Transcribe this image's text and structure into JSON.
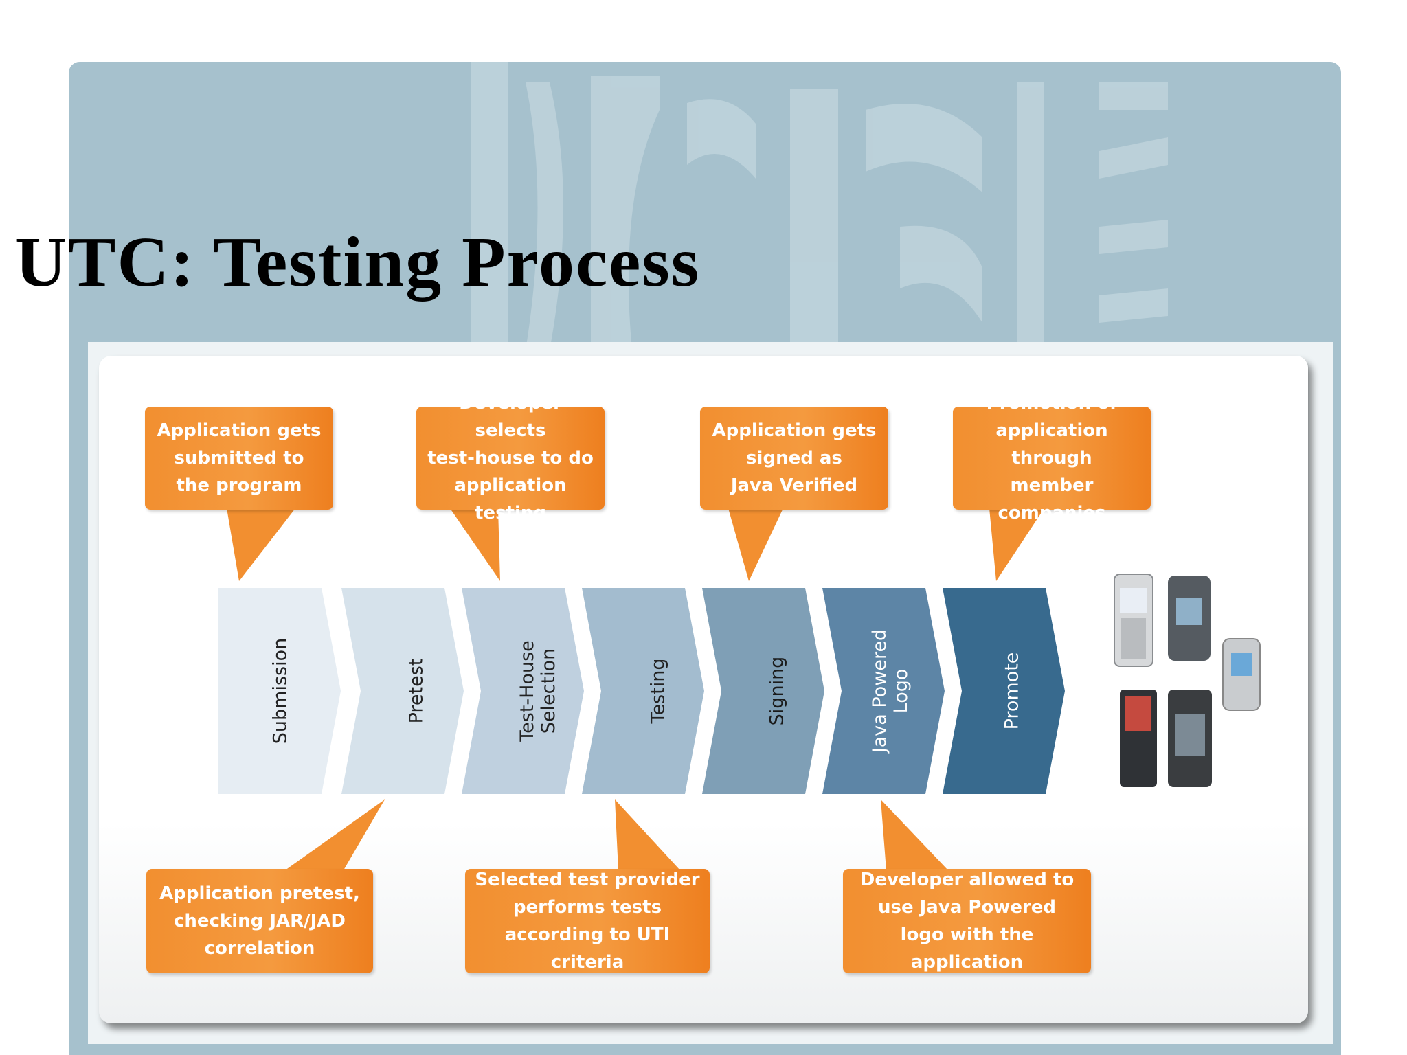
{
  "title": "UTC: Testing Process",
  "stages": [
    {
      "label": "Submission",
      "fill": "#e6edf3",
      "text_color": "#222222"
    },
    {
      "label": "Pretest",
      "fill": "#d6e2eb",
      "text_color": "#222222"
    },
    {
      "label": "Test-House Selection",
      "fill": "#bfd0df",
      "text_color": "#222222"
    },
    {
      "label": "Testing",
      "fill": "#a3bccf",
      "text_color": "#222222"
    },
    {
      "label": "Signing",
      "fill": "#7f9fb6",
      "text_color": "#1a1a1a"
    },
    {
      "label": "Java Powered Logo",
      "fill": "#5d85a6",
      "text_color": "#ffffff"
    },
    {
      "label": "Promote",
      "fill": "#386a8e",
      "text_color": "#ffffff"
    }
  ],
  "callouts_top": [
    {
      "text": "Application gets\nsubmitted to\nthe program"
    },
    {
      "text": "Developer selects\ntest-house to do\napplication testing"
    },
    {
      "text": "Application gets\nsigned as\nJava Verified"
    },
    {
      "text": "Promotion of\napplication through\nmember companies"
    }
  ],
  "callouts_bottom": [
    {
      "text": "Application pretest,\nchecking JAR/JAD\ncorrelation"
    },
    {
      "text": "Selected test provider\nperforms tests\naccording to UTI criteria"
    },
    {
      "text": "Developer allowed to\nuse Java Powered\nlogo with the application"
    }
  ],
  "colors": {
    "callout_orange": "#f28f30",
    "panel_blue": "#a6c1cd"
  },
  "icons": [
    "mobile-phones-image"
  ]
}
